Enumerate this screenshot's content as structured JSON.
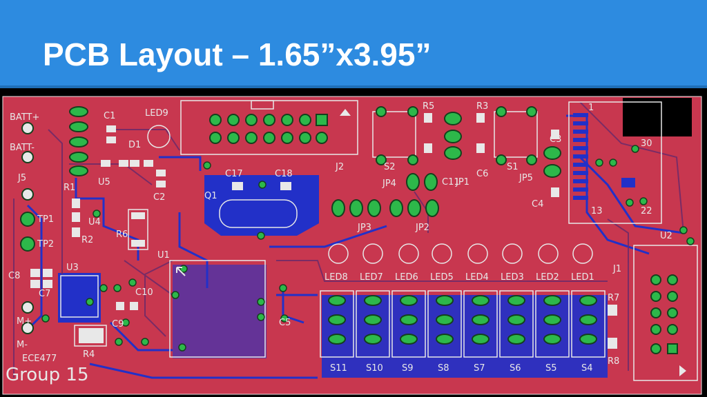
{
  "title": "PCB Layout – 1.65”x3.95”",
  "colors": {
    "banner": "#2d8be0",
    "board_top_copper": "#c8374f",
    "bottom_copper": "#2230c8",
    "pad_green": "#2db84a",
    "silkscreen": "#e8e8e8"
  },
  "silkscreen_labels": {
    "batt_plus": "BATT+",
    "batt_minus": "BATT-",
    "j5": "J5",
    "r1": "R1",
    "tp1": "TP1",
    "tp2": "TP2",
    "r2": "R2",
    "u4": "U4",
    "c8": "C8",
    "c7": "C7",
    "u3": "U3",
    "m_plus": "M+",
    "m_minus": "M-",
    "ece": "ECE477",
    "group": "Group 15",
    "c1": "C1",
    "d1": "D1",
    "u5": "U5",
    "c2": "C2",
    "led9": "LED9",
    "r6": "R6",
    "u1": "U1",
    "c10": "C10",
    "c9": "C9",
    "r4": "R4",
    "j2": "J2",
    "c17": "C17",
    "c18": "C18",
    "q1": "Q1",
    "s2": "S2",
    "r5": "R5",
    "c11": "C11",
    "jp1": "JP1",
    "jp4": "JP4",
    "jp3": "JP3",
    "jp2": "JP2",
    "r3": "R3",
    "c6": "C6",
    "s1": "S1",
    "jp5": "JP5",
    "c3": "C3",
    "c4": "C4",
    "u2_pin1": "1",
    "u2_pin30": "30",
    "u2_pin13": "13",
    "u2_pin22": "22",
    "u2": "U2",
    "j1": "J1",
    "r7": "R7",
    "r8": "R8",
    "c5": "C5",
    "led_row": [
      "LED8",
      "LED7",
      "LED6",
      "LED5",
      "LED4",
      "LED3",
      "LED2",
      "LED1"
    ],
    "switch_row": [
      "S11",
      "S10",
      "S9",
      "S8",
      "S7",
      "S6",
      "S5",
      "S4"
    ]
  }
}
